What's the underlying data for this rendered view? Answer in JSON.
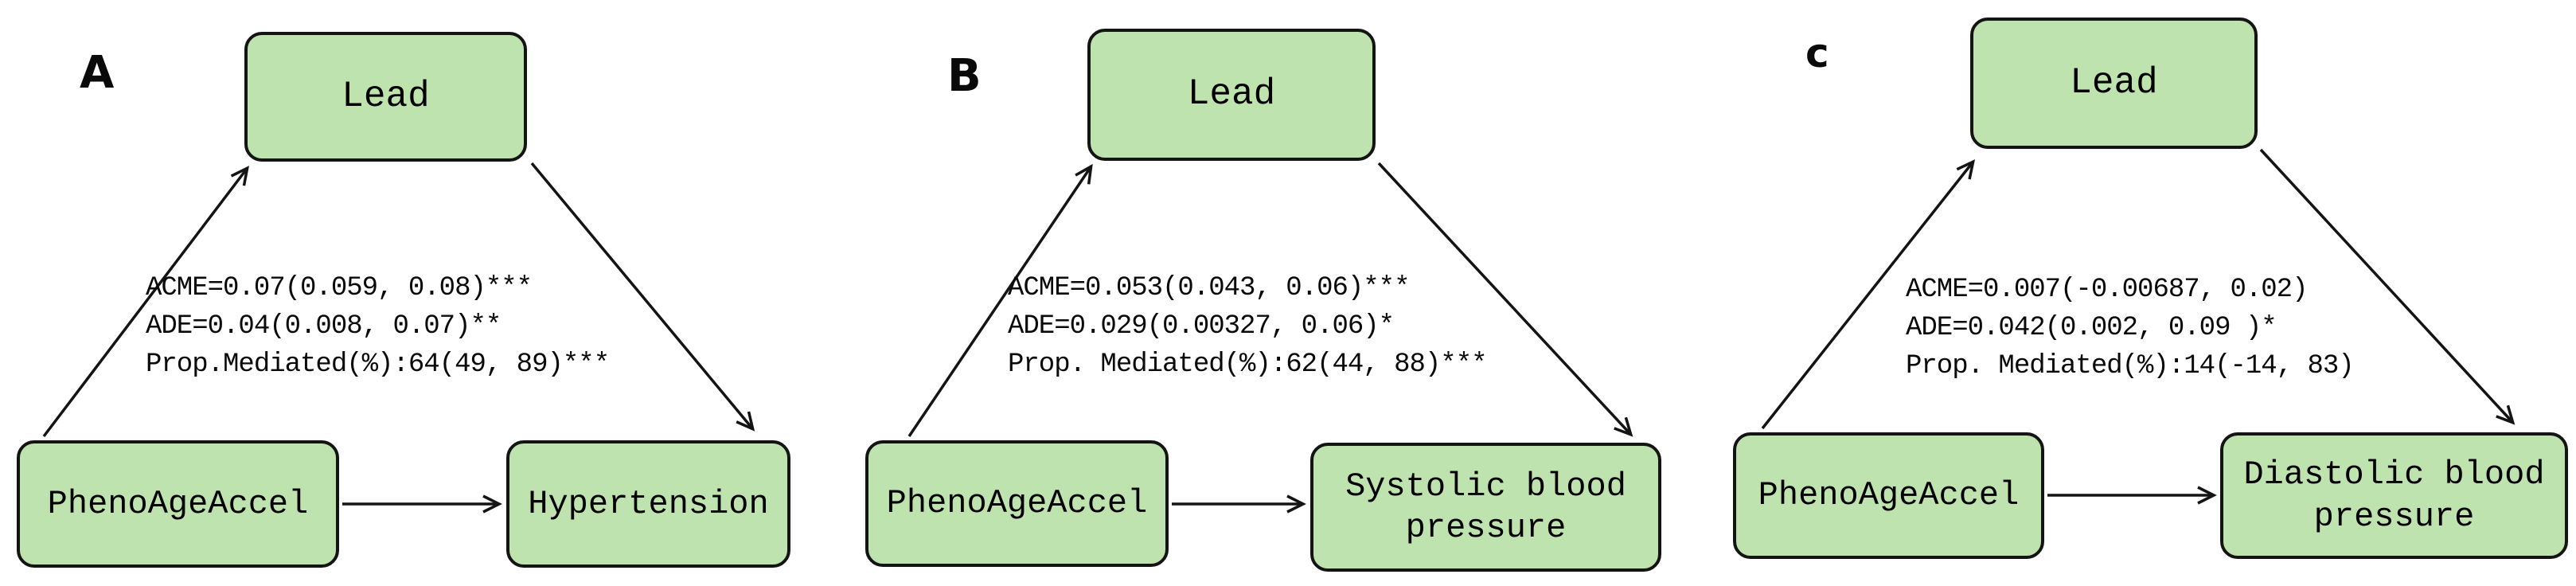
{
  "figure": {
    "kind": "mediation-analysis-diagrams",
    "box_fill_color": "#bfe3ae",
    "box_border_color": "#141414",
    "panels": [
      {
        "label": "A",
        "mediator": "Lead",
        "exposure": "PhenoAgeAccel",
        "outcome": "Hypertension",
        "stats_line1": "ACME=0.07(0.059, 0.08)***",
        "stats_line2": "ADE=0.04(0.008, 0.07)**",
        "stats_line3": "Prop.Mediated(%):64(49, 89)***"
      },
      {
        "label": "B",
        "mediator": "Lead",
        "exposure": "PhenoAgeAccel",
        "outcome": "Systolic blood pressure",
        "stats_line1": "ACME=0.053(0.043, 0.06)***",
        "stats_line2": "ADE=0.029(0.00327, 0.06)*",
        "stats_line3": "Prop. Mediated(%):62(44, 88)***"
      },
      {
        "label": "c",
        "mediator": "Lead",
        "exposure": "PhenoAgeAccel",
        "outcome": "Diastolic blood pressure",
        "stats_line1": "ACME=0.007(-0.00687, 0.02)",
        "stats_line2": "ADE=0.042(0.002, 0.09 )*",
        "stats_line3": "Prop. Mediated(%):14(-14, 83)"
      }
    ]
  }
}
